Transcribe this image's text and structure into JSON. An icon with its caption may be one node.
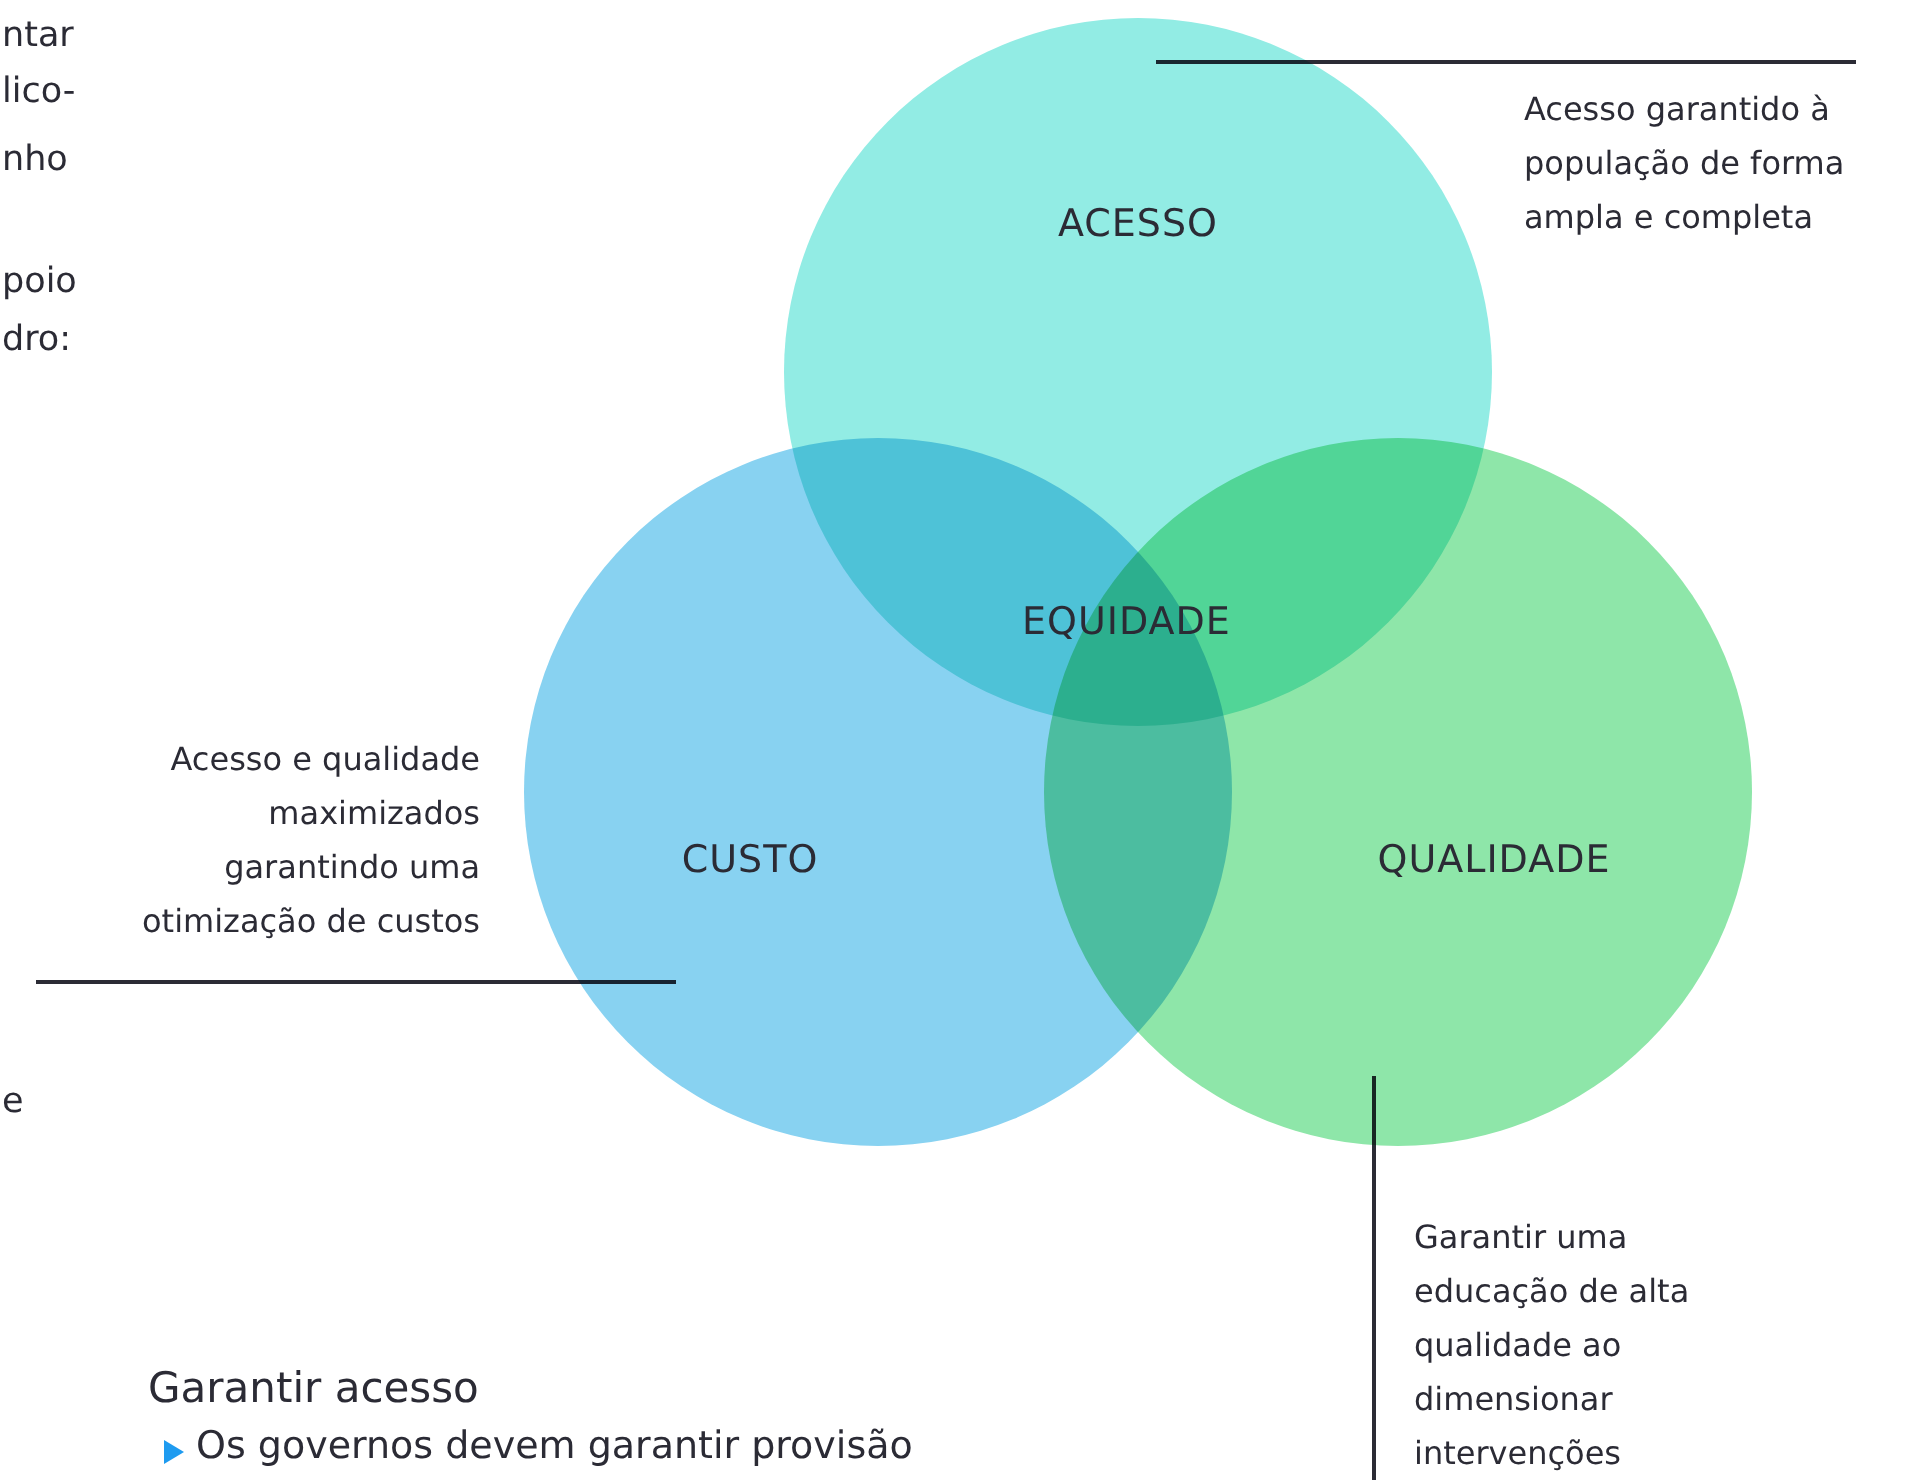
{
  "diagram": {
    "nodes": [
      {
        "text": [
          "ACESSO"
        ]
      },
      {
        "text": [
          "CUSTO"
        ]
      },
      {
        "text": [
          "QUALIDADE"
        ]
      },
      {
        "text": [
          "Acesso garantido à população de forma ampla e completa"
        ]
      },
      {
        "text": [
          "Acesso e qualidade maximizados garantindo uma otimização de custos"
        ]
      },
      {
        "text": [
          "Garantir uma educação de alta qualidade ao dimensionar intervenções"
        ]
      }
    ],
    "edges": [
      {
        "from": 3,
        "to": 0,
        "arrow": "none"
      },
      {
        "from": 4,
        "to": 1,
        "arrow": "none"
      },
      {
        "from": 5,
        "to": 2,
        "arrow": "none"
      }
    ],
    "labels": [
      "ntar",
      "lico-",
      "nho",
      "poio",
      "dro:",
      "EQUIDADE",
      "e",
      "Garantir acesso",
      "Os governos devem garantir provisão"
    ]
  }
}
